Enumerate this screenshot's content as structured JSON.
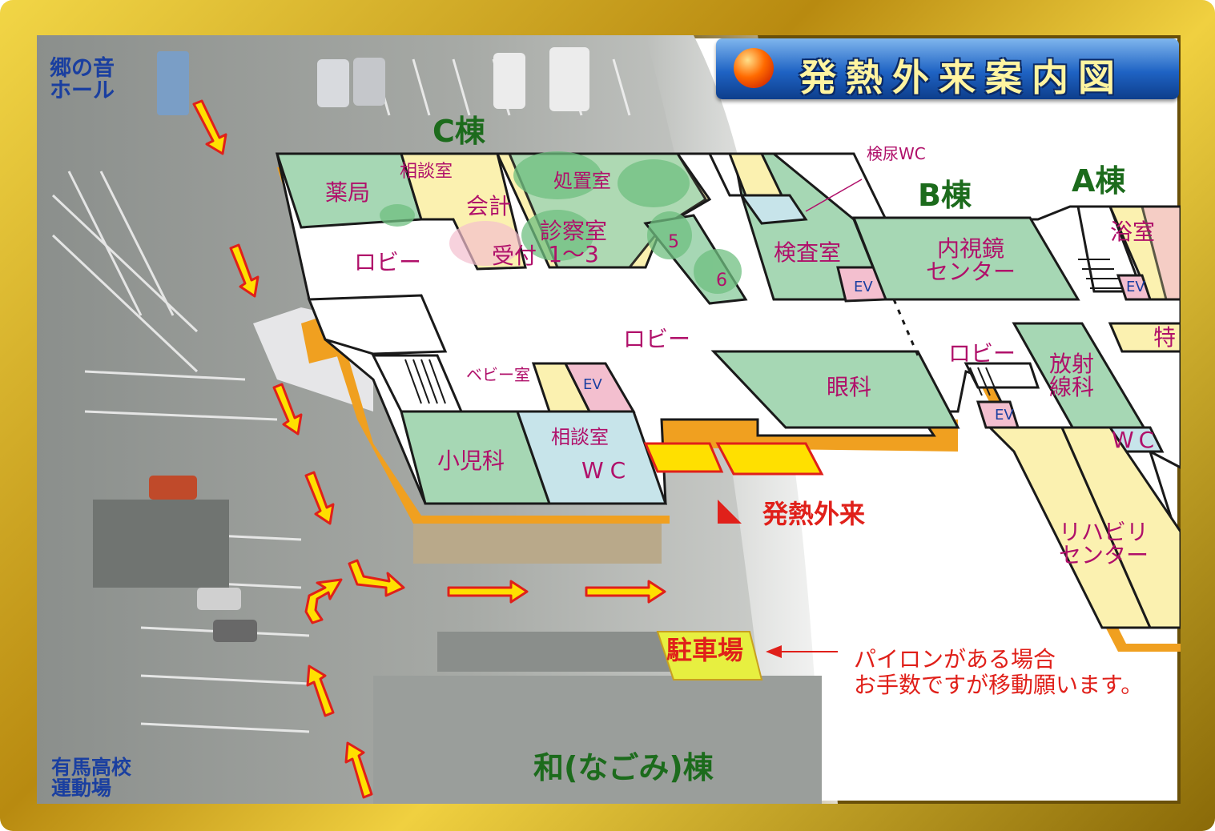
{
  "title": "発熱外来案内図",
  "buildings": {
    "c": "C棟",
    "b": "B棟",
    "a": "A棟",
    "nagomi": "和(なごみ)棟"
  },
  "places": {
    "gonone_line1": "郷の音",
    "gonone_line2": "ホール",
    "arima_line1": "有馬高校",
    "arima_line2": "運動場"
  },
  "rooms": {
    "pharmacy": "薬局",
    "consult1": "相談室",
    "cashier": "会計",
    "reception": "受付",
    "treatment": "処置室",
    "exam_line1": "診察室",
    "exam_line2": "1～3",
    "room5": "5",
    "room6": "6",
    "urine_wc": "検尿WC",
    "lab": "検査室",
    "lobby_c": "ロビー",
    "lobby_main": "ロビー",
    "lobby_b": "ロビー",
    "endoscopy_line1": "内視鏡",
    "endoscopy_line2": "センター",
    "bath": "浴室",
    "special": "特",
    "baby": "ベビー室",
    "consult2": "相談室",
    "pediatrics": "小児科",
    "wc_c": "WC",
    "ophthalmology": "眼科",
    "radiology_line1": "放射",
    "radiology_line2": "線科",
    "wc_b": "WC",
    "rehab_line1": "リハビリ",
    "rehab_line2": "センター",
    "ev": "EV"
  },
  "fever_clinic": "発熱外来",
  "parking": "駐車場",
  "note_line1": "パイロンがある場合",
  "note_line2": "お手数ですが移動願います。",
  "colors": {
    "room_green": "#a6d7b4",
    "room_yellow": "#fbf1b0",
    "room_pink": "#f3bfcf",
    "room_blue": "#c7e4ea",
    "wall_orange": "#f0a020",
    "arrow_yellow": "#ffe000",
    "arrow_red": "#e0201a",
    "title_blue": "#1f63c4",
    "frame_gold": "#d4b028"
  }
}
